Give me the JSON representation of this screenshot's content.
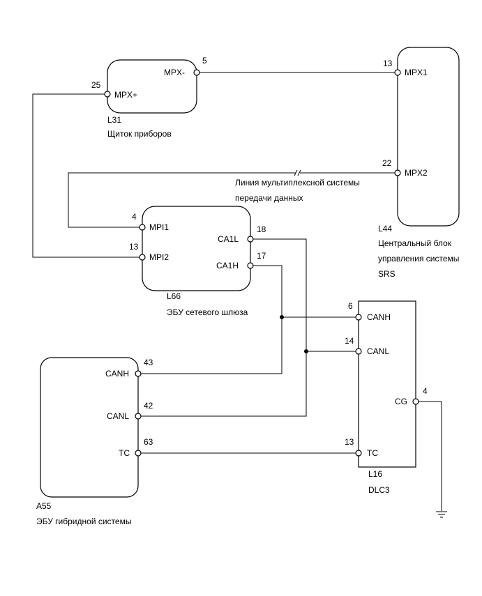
{
  "components": {
    "l31": {
      "code": "L31",
      "name": "Щиток приборов"
    },
    "l44": {
      "code": "L44",
      "name_line1": "Центральный блок",
      "name_line2": "управления системы",
      "name_line3": "SRS"
    },
    "l66": {
      "code": "L66",
      "name": "ЭБУ сетевого шлюза"
    },
    "a55": {
      "code": "A55",
      "name": "ЭБУ гибридной системы"
    },
    "l16": {
      "code": "L16",
      "name": "DLC3"
    }
  },
  "mpx_line_label": {
    "line1": "Линия мультиплексной системы",
    "line2": "передачи данных"
  },
  "pins": {
    "l31_mpx_plus": {
      "num": "25",
      "name": "MPX+"
    },
    "l31_mpx_minus": {
      "num": "5",
      "name": "MPX-"
    },
    "l44_mpx1": {
      "num": "13",
      "name": "MPX1"
    },
    "l44_mpx2": {
      "num": "22",
      "name": "MPX2"
    },
    "l66_mpi1": {
      "num": "4",
      "name": "MPI1"
    },
    "l66_mpi2": {
      "num": "13",
      "name": "MPI2"
    },
    "l66_ca1l": {
      "num": "18",
      "name": "CA1L"
    },
    "l66_ca1h": {
      "num": "17",
      "name": "CA1H"
    },
    "a55_canh": {
      "num": "43",
      "name": "CANH"
    },
    "a55_canl": {
      "num": "42",
      "name": "CANL"
    },
    "a55_tc": {
      "num": "63",
      "name": "TC"
    },
    "l16_canh": {
      "num": "6",
      "name": "CANH"
    },
    "l16_canl": {
      "num": "14",
      "name": "CANL"
    },
    "l16_tc": {
      "num": "13",
      "name": "TC"
    },
    "l16_cg": {
      "num": "4",
      "name": "CG"
    }
  }
}
